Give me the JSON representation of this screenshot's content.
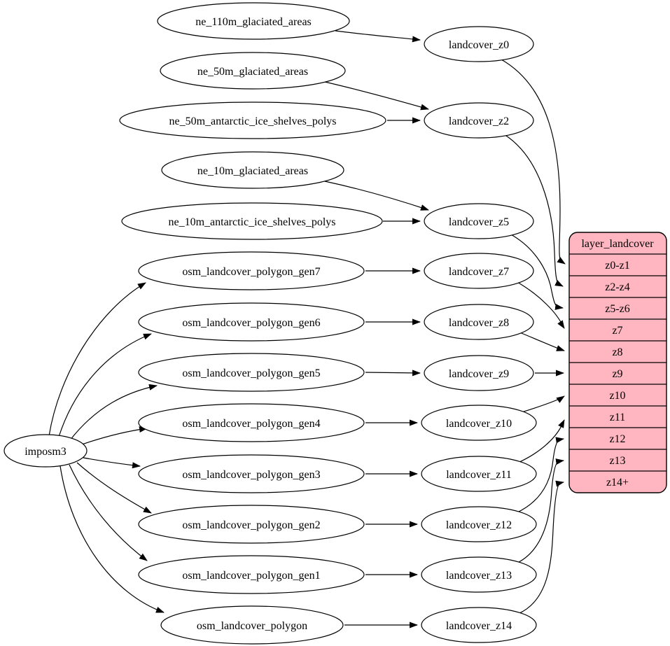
{
  "diagram": {
    "colors": {
      "background": "#ffffff",
      "node_fill": "#ffffff",
      "record_fill": "#ffb6c1",
      "stroke": "#000000"
    },
    "nodes": {
      "imposm3": {
        "label": "imposm3"
      },
      "sources": [
        {
          "label": "ne_110m_glaciated_areas"
        },
        {
          "label": "ne_50m_glaciated_areas"
        },
        {
          "label": "ne_50m_antarctic_ice_shelves_polys"
        },
        {
          "label": "ne_10m_glaciated_areas"
        },
        {
          "label": "ne_10m_antarctic_ice_shelves_polys"
        },
        {
          "label": "osm_landcover_polygon_gen7"
        },
        {
          "label": "osm_landcover_polygon_gen6"
        },
        {
          "label": "osm_landcover_polygon_gen5"
        },
        {
          "label": "osm_landcover_polygon_gen4"
        },
        {
          "label": "osm_landcover_polygon_gen3"
        },
        {
          "label": "osm_landcover_polygon_gen2"
        },
        {
          "label": "osm_landcover_polygon_gen1"
        },
        {
          "label": "osm_landcover_polygon"
        }
      ],
      "intermediates": [
        {
          "label": "landcover_z0"
        },
        {
          "label": "landcover_z2"
        },
        {
          "label": "landcover_z5"
        },
        {
          "label": "landcover_z7"
        },
        {
          "label": "landcover_z8"
        },
        {
          "label": "landcover_z9"
        },
        {
          "label": "landcover_z10"
        },
        {
          "label": "landcover_z11"
        },
        {
          "label": "landcover_z12"
        },
        {
          "label": "landcover_z13"
        },
        {
          "label": "landcover_z14"
        }
      ],
      "record": {
        "title": "layer_landcover",
        "rows": [
          "z0-z1",
          "z2-z4",
          "z5-z6",
          "z7",
          "z8",
          "z9",
          "z10",
          "z11",
          "z12",
          "z13",
          "z14+"
        ]
      }
    },
    "edges": [
      {
        "from": "ne_110m_glaciated_areas",
        "to": "landcover_z0"
      },
      {
        "from": "ne_50m_glaciated_areas",
        "to": "landcover_z2"
      },
      {
        "from": "ne_50m_antarctic_ice_shelves_polys",
        "to": "landcover_z2"
      },
      {
        "from": "ne_10m_glaciated_areas",
        "to": "landcover_z5"
      },
      {
        "from": "ne_10m_antarctic_ice_shelves_polys",
        "to": "landcover_z5"
      },
      {
        "from": "imposm3",
        "to": "osm_landcover_polygon_gen7"
      },
      {
        "from": "imposm3",
        "to": "osm_landcover_polygon_gen6"
      },
      {
        "from": "imposm3",
        "to": "osm_landcover_polygon_gen5"
      },
      {
        "from": "imposm3",
        "to": "osm_landcover_polygon_gen4"
      },
      {
        "from": "imposm3",
        "to": "osm_landcover_polygon_gen3"
      },
      {
        "from": "imposm3",
        "to": "osm_landcover_polygon_gen2"
      },
      {
        "from": "imposm3",
        "to": "osm_landcover_polygon_gen1"
      },
      {
        "from": "imposm3",
        "to": "osm_landcover_polygon"
      },
      {
        "from": "osm_landcover_polygon_gen7",
        "to": "landcover_z7"
      },
      {
        "from": "osm_landcover_polygon_gen6",
        "to": "landcover_z8"
      },
      {
        "from": "osm_landcover_polygon_gen5",
        "to": "landcover_z9"
      },
      {
        "from": "osm_landcover_polygon_gen4",
        "to": "landcover_z10"
      },
      {
        "from": "osm_landcover_polygon_gen3",
        "to": "landcover_z11"
      },
      {
        "from": "osm_landcover_polygon_gen2",
        "to": "landcover_z12"
      },
      {
        "from": "osm_landcover_polygon_gen1",
        "to": "landcover_z13"
      },
      {
        "from": "osm_landcover_polygon",
        "to": "landcover_z14"
      },
      {
        "from": "landcover_z0",
        "to": "layer_landcover:z0-z1"
      },
      {
        "from": "landcover_z2",
        "to": "layer_landcover:z2-z4"
      },
      {
        "from": "landcover_z5",
        "to": "layer_landcover:z5-z6"
      },
      {
        "from": "landcover_z7",
        "to": "layer_landcover:z7"
      },
      {
        "from": "landcover_z8",
        "to": "layer_landcover:z8"
      },
      {
        "from": "landcover_z9",
        "to": "layer_landcover:z9"
      },
      {
        "from": "landcover_z10",
        "to": "layer_landcover:z10"
      },
      {
        "from": "landcover_z11",
        "to": "layer_landcover:z11"
      },
      {
        "from": "landcover_z12",
        "to": "layer_landcover:z12"
      },
      {
        "from": "landcover_z13",
        "to": "layer_landcover:z13"
      },
      {
        "from": "landcover_z14",
        "to": "layer_landcover:z14+"
      }
    ]
  }
}
